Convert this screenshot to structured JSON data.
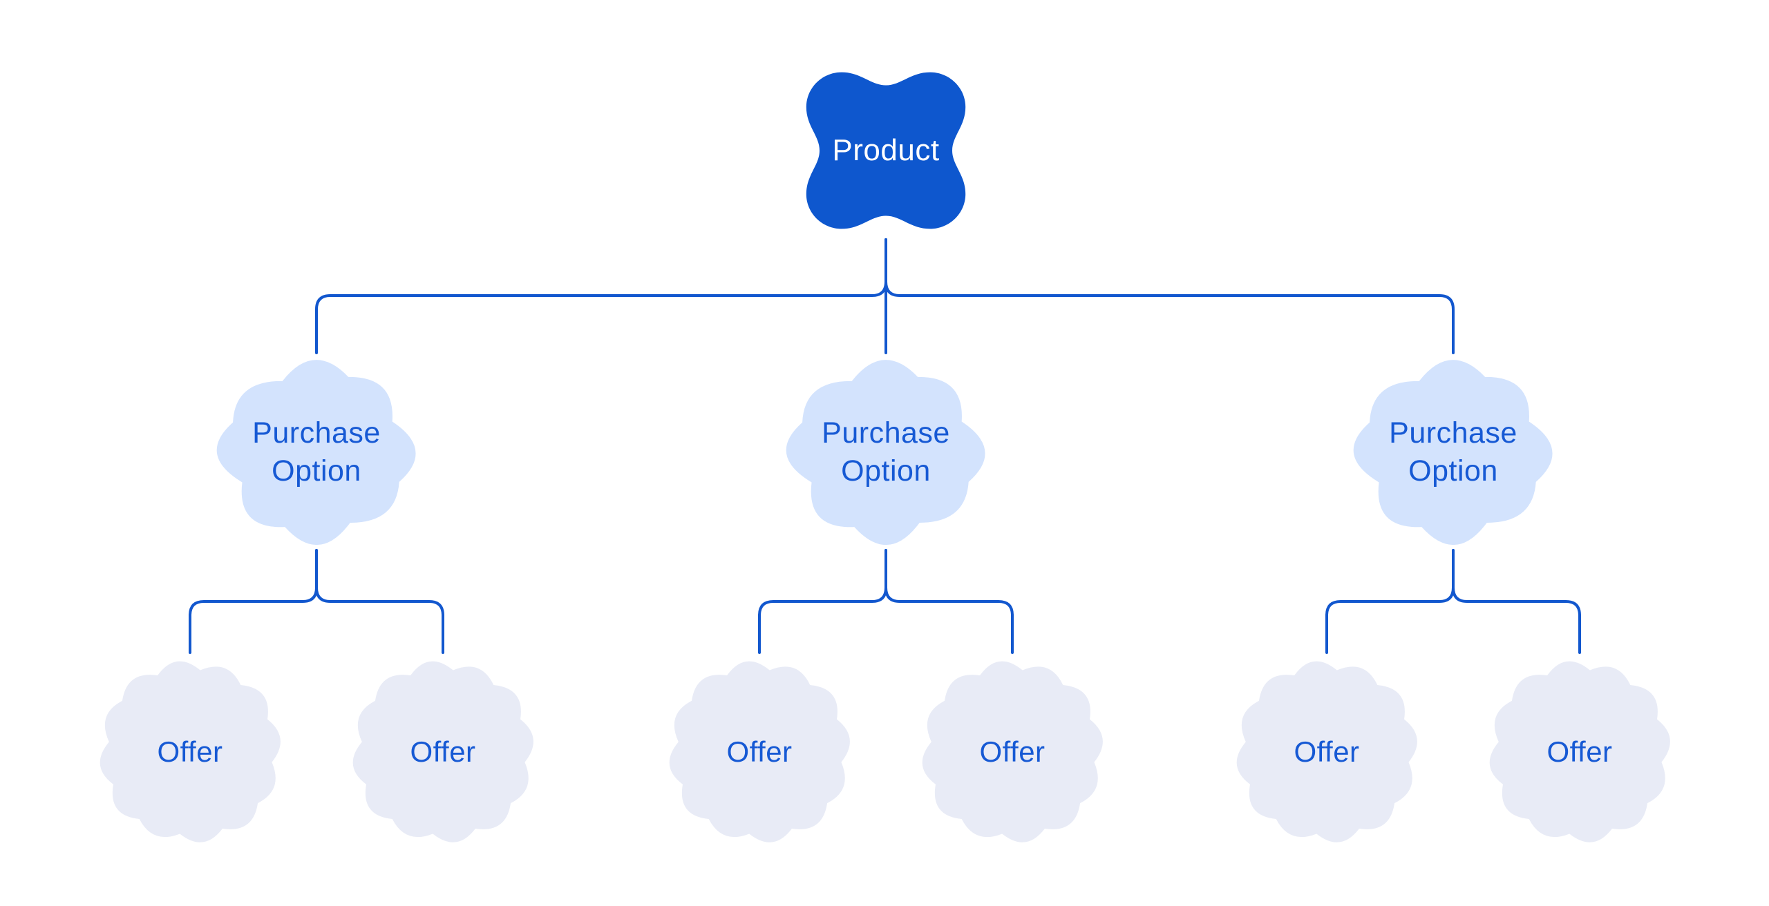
{
  "colors": {
    "primary": "#0E57CE",
    "light_blue": "#D3E3FD",
    "pale_blue": "#E8EBF6",
    "label_blue": "#1659D4",
    "line_blue": "#1257CE",
    "background": "#FFFFFF",
    "root_text": "#FFFFFF"
  },
  "diagram": {
    "root": {
      "label": "Product"
    },
    "purchase_options": [
      {
        "label": "Purchase Option"
      },
      {
        "label": "Purchase Option"
      },
      {
        "label": "Purchase Option"
      }
    ],
    "offers": [
      {
        "label": "Offer"
      },
      {
        "label": "Offer"
      },
      {
        "label": "Offer"
      },
      {
        "label": "Offer"
      },
      {
        "label": "Offer"
      },
      {
        "label": "Offer"
      }
    ]
  }
}
